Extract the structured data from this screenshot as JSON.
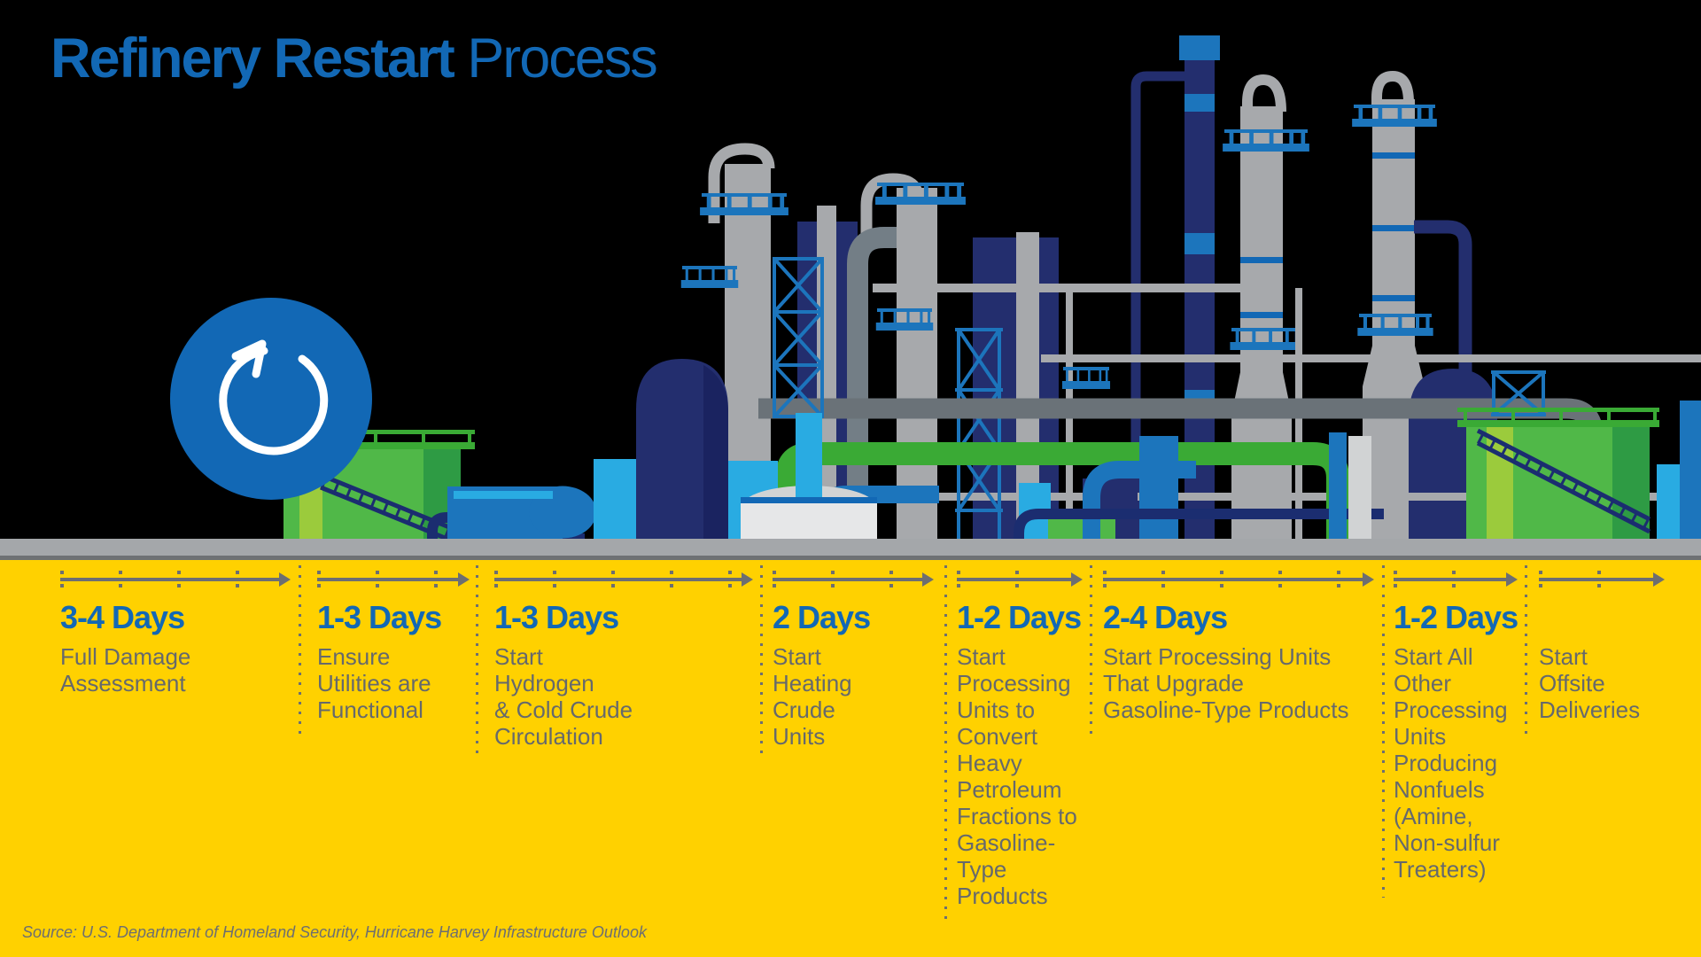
{
  "title": {
    "bold": "Refinery Restart",
    "light": " Process"
  },
  "timeline": {
    "columns": [
      {
        "duration": "3-4 Days",
        "task": "Full Damage\nAssessment"
      },
      {
        "duration": "1-3 Days",
        "task": "Ensure\nUtilities are\nFunctional"
      },
      {
        "duration": "1-3 Days",
        "task": "Start\nHydrogen\n& Cold Crude\nCirculation"
      },
      {
        "duration": "2 Days",
        "task": "Start\nHeating\nCrude\nUnits"
      },
      {
        "duration": "1-2 Days",
        "task": "Start\nProcessing\nUnits to\nConvert\nHeavy\nPetroleum\nFractions to\nGasoline-\nType\nProducts"
      },
      {
        "duration": "2-4 Days",
        "task": "Start Processing Units\nThat Upgrade\nGasoline-Type Products"
      },
      {
        "duration": "1-2 Days",
        "task": "Start All\nOther\nProcessing\nUnits\nProducing\nNonfuels\n(Amine,\nNon-sulfur\nTreaters)"
      },
      {
        "duration": "",
        "task": "Start\nOffsite\nDeliveries"
      }
    ]
  },
  "source": "Source: U.S. Department of Homeland Security, Hurricane Harvey Infrastructure Outlook",
  "illustration": {
    "restart_icon": "circular-restart-arrow",
    "scene": "oil refinery skyline with storage tanks, distillation towers, stacks and pipes"
  },
  "colors": {
    "background": "#000000",
    "title_blue": "#1268B5",
    "panel_yellow": "#FFD100",
    "text_gray": "#66696C",
    "arrow_gray": "#6D6E71",
    "ground_gray": "#A4A7AA",
    "navy": "#232E6E",
    "dark_navy": "#1B2D70",
    "bright_blue": "#1C75BC",
    "light_blue": "#29ABE2",
    "silver": "#A7A9AC",
    "slate_pipe": "#6A7278",
    "tank_green": "#50B848",
    "light_green": "#9BCB3C",
    "dark_green": "#2E9B44",
    "pipe_green": "#3AAA35"
  }
}
